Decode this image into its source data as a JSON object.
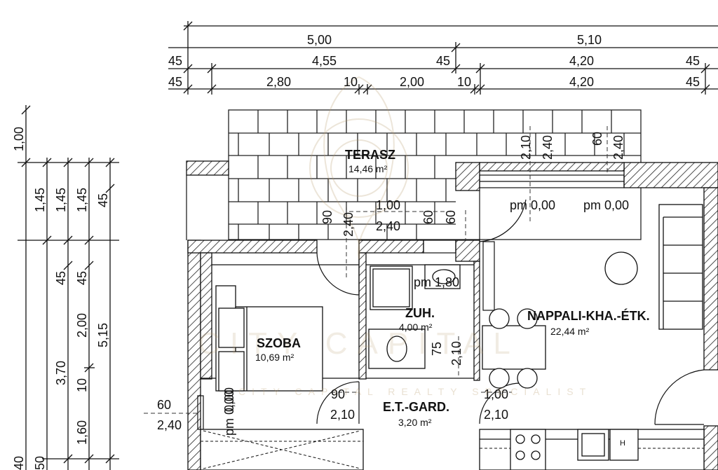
{
  "rooms": {
    "terasz": {
      "name": "TERASZ",
      "area": "14,46 m²"
    },
    "szoba": {
      "name": "SZOBA",
      "area": "10,69 m²"
    },
    "zuh": {
      "name": "ZUH.",
      "area": "4,00 m²"
    },
    "nappali": {
      "name": "NAPPALI-KHA.-ÉTK.",
      "area": "22,44 m²"
    },
    "etgard": {
      "name": "E.T.-GARD.",
      "area": "3,20 m²"
    }
  },
  "levels": {
    "terrace_left": "pm 0,00",
    "terrace_right": "pm 0,00",
    "bath": "pm 1,80",
    "bedroom": "pm 0,00"
  },
  "dims_top": {
    "row1": [
      "5,00",
      "5,10"
    ],
    "row2": [
      "45",
      "4,55",
      "45",
      "4,20",
      "45"
    ],
    "row3": [
      "45",
      "2,80",
      "10",
      "2,00",
      "10",
      "4,20",
      "45"
    ]
  },
  "dims_left": {
    "col_a": [
      "1,00",
      "1,45",
      "3,70",
      "40"
    ],
    "col_b": [
      "1,45",
      "45",
      "2,00",
      "10",
      "1,60",
      "50"
    ],
    "col_c": [
      "1,45",
      "45",
      "5,15"
    ],
    "col_d": [
      "45"
    ]
  },
  "openings": {
    "terrace_door_w": "1,00",
    "terrace_door_h": "2,40",
    "terrace_door_90": "90",
    "terrace_door_240v": "2,40",
    "terrace_door_60a": "60",
    "terrace_door_60b": "60",
    "window1_210": "2,10",
    "window1_240": "2,40",
    "window2_60": "60",
    "window2_240": "2,40",
    "bath_door_75": "75",
    "bath_door_210": "2,10",
    "bedroom_door_90": "90",
    "bedroom_door_210": "2,10",
    "gard_door_100": "1,00",
    "gard_door_210": "2,10",
    "window_left_60": "60",
    "window_left_240": "2,40",
    "window_left_00": "0,00"
  },
  "appliance_label": "H",
  "watermark": "CITY CAPITAL REALTY SPECIALIST"
}
